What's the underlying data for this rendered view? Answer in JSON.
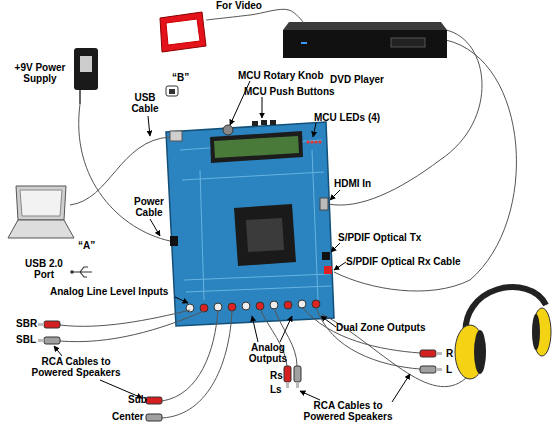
{
  "diagram": {
    "nodes": [
      {
        "text": [
          "For Video"
        ]
      },
      {
        "text": [
          "DVD Player"
        ]
      },
      {
        "text": [
          "+9V Power Supply"
        ]
      },
      {
        "text": [
          "“A”",
          "USB 2.0 Port"
        ]
      }
    ],
    "edges": [
      {
        "from": 0,
        "to": 1,
        "arrow": "none"
      }
    ],
    "labels": [
      "“B”",
      "USB Cable",
      "MCU Rotary Knob",
      "MCU Push Buttons",
      "MCU LEDs (4)",
      "HDMI In",
      "Power Cable",
      "S/PDIF Optical Tx",
      "S/PDIF Optical Rx Cable",
      "Analog Line Level Inputs",
      "SBR",
      "SBL",
      "Dual Zone Outputs",
      "Analog Outputs",
      "R",
      "L",
      "RCA Cables to Powered Speakers",
      "Sub",
      "Center",
      "Rs",
      "Ls",
      "RCA Cables to Powered Speakers"
    ]
  }
}
